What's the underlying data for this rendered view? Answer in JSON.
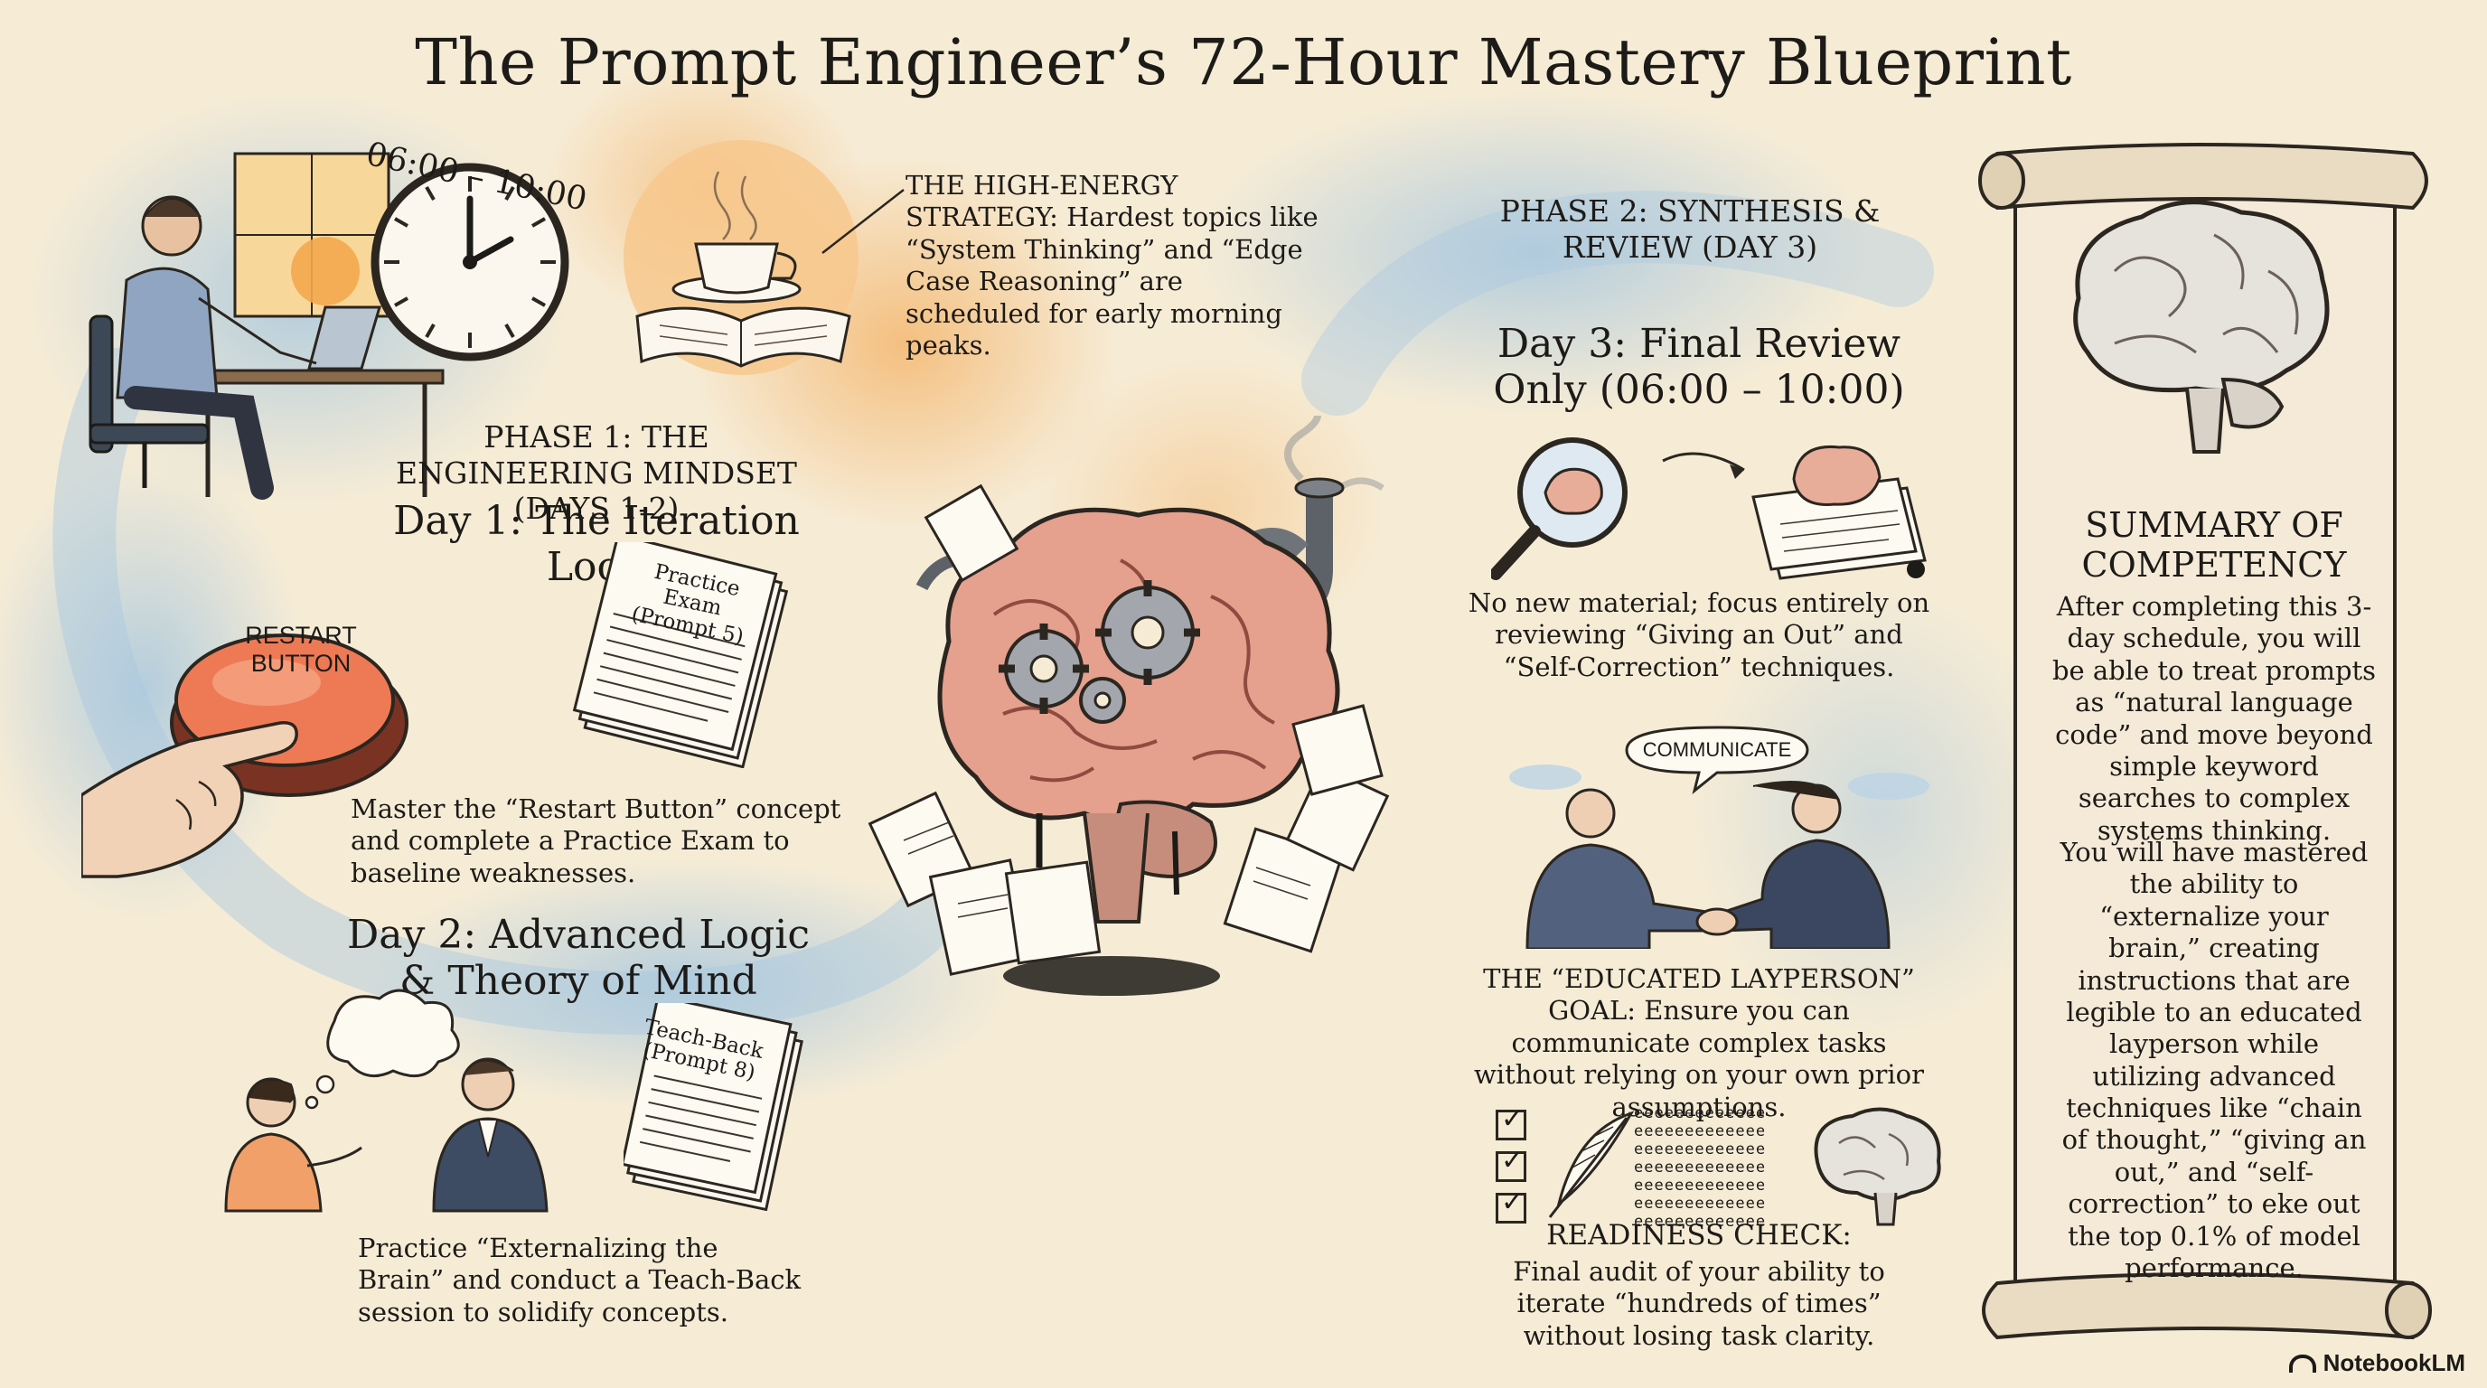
{
  "title": "The Prompt Engineer’s 72-Hour Mastery Blueprint",
  "clock_label": "06:00 – 10:00",
  "strategy": {
    "text": "THE HIGH-ENERGY STRATEGY: Hardest topics like “System Thinking” and “Edge Case Reasoning” are scheduled for early morning peaks."
  },
  "phase1": {
    "heading": "PHASE 1: THE ENGINEERING MINDSET (DAYS 1-2)",
    "day1": {
      "heading": "Day 1: The Iteration Loop",
      "button_label": "RESTART BUTTON",
      "paper_label": "Practice Exam (Prompt 5)",
      "text": "Master the “Restart Button” concept and complete a Practice Exam to baseline weaknesses."
    },
    "day2": {
      "heading": "Day 2: Advanced Logic & Theory of Mind",
      "paper_label": "Teach-Back (Prompt 8)",
      "text": "Practice “Externalizing the Brain” and conduct a Teach-Back session to solidify concepts."
    }
  },
  "phase2": {
    "heading": "PHASE 2: SYNTHESIS & REVIEW (DAY 3)",
    "day3": {
      "heading": "Day 3: Final Review Only (06:00 – 10:00)",
      "text": "No new material; focus entirely on reviewing “Giving an Out” and “Self-Correction” techniques."
    },
    "bubble_label": "COMMUNICATE",
    "layperson": {
      "text": "THE “EDUCATED LAYPERSON” GOAL: Ensure you can communicate complex tasks without relying on your own prior assumptions."
    },
    "lines_filler": [
      "eeeeeeeeeeeee",
      "eeeeeeeeeeeee",
      "eeeeeeeeeeeee",
      "eeeeeeeeeeeee",
      "eeeeeeeeeeeee",
      "eeeeeeeeeeeee",
      "eeeeeeeeeeeee"
    ],
    "readiness": {
      "heading": "READINESS CHECK:",
      "text": "Final audit of your ability to iterate “hundreds of times” without losing task clarity."
    }
  },
  "summary": {
    "heading": "SUMMARY OF COMPETENCY",
    "p1": "After completing this 3-day schedule, you will be able to treat prompts as “natural language code” and move beyond simple keyword searches to complex systems thinking.",
    "p2": "You will have mastered the ability to “externalize your brain,” creating instructions that are legible to an educated layperson while utilizing advanced techniques like “chain of thought,” “giving an out,” and “self-correction” to eke out the top 0.1% of model performance."
  },
  "brand": "NotebookLM"
}
